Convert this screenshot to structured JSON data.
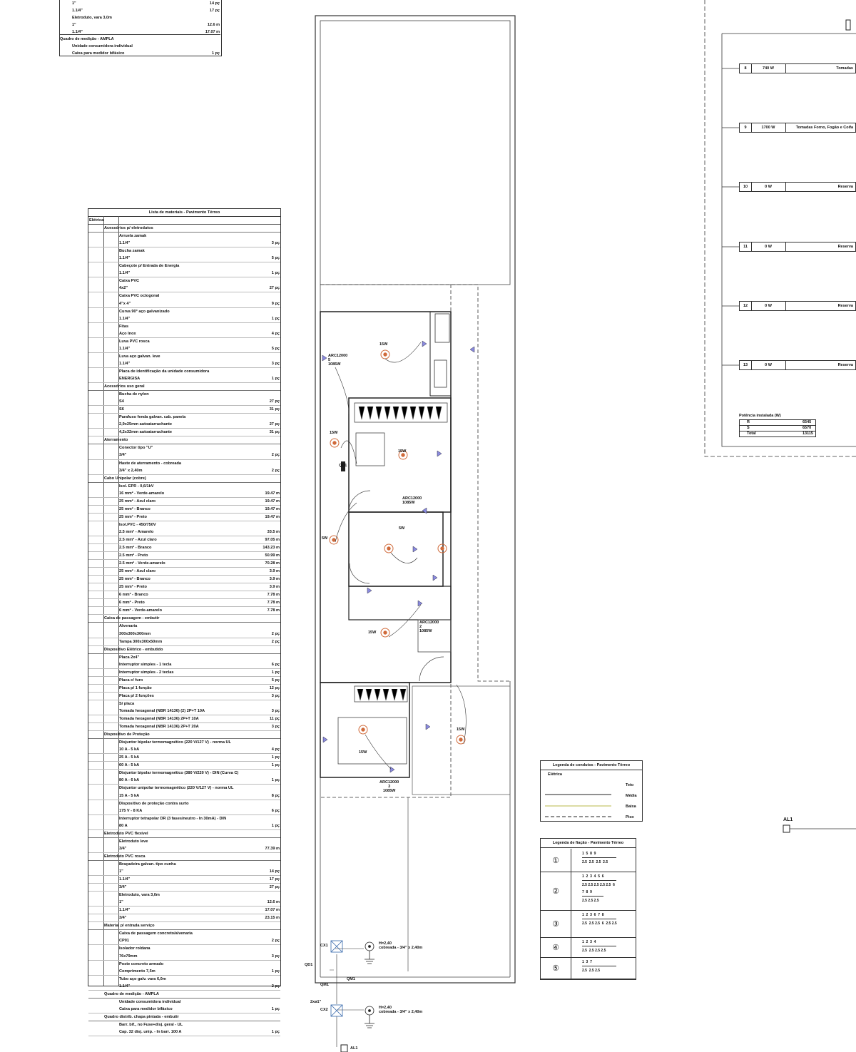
{
  "top_table": [
    {
      "label": "1\"",
      "qty": "14 pç",
      "ind": 1
    },
    {
      "label": "1.1/4\"",
      "qty": "17 pç",
      "ind": 1
    },
    {
      "label": "Eletroduto, vara 3,0m",
      "qty": "",
      "ind": 1
    },
    {
      "label": "1\"",
      "qty": "12.6 m",
      "ind": 1
    },
    {
      "label": "1.1/4\"",
      "qty": "17.07 m",
      "ind": 1
    },
    {
      "label": "Quadro de medição - AMPLA",
      "qty": "",
      "ind": 0
    },
    {
      "label": "Unidade consumidora individual",
      "qty": "",
      "ind": 1
    },
    {
      "label": "Caixa para medidor bifásico",
      "qty": "1 pç",
      "ind": 1
    }
  ],
  "material_list": {
    "title": "Lista de materiais - Pavimento Térreo",
    "rows": [
      {
        "t": "cat",
        "label": "Elétrica",
        "qty": ""
      },
      {
        "t": "sub",
        "label": "Acessórios p/ eletrodutos",
        "qty": ""
      },
      {
        "t": "it",
        "label": "Arruela zamak",
        "qty": ""
      },
      {
        "t": "it",
        "label": "1.1/4\"",
        "qty": "3 pç"
      },
      {
        "t": "it",
        "label": "Bucha zamak",
        "qty": ""
      },
      {
        "t": "it",
        "label": "1.1/4\"",
        "qty": "5 pç"
      },
      {
        "t": "it",
        "label": "Cabeçote p/ Entrada de Energia",
        "qty": ""
      },
      {
        "t": "it",
        "label": "1.1/4\"",
        "qty": "1 pç"
      },
      {
        "t": "it",
        "label": "Caixa PVC",
        "qty": ""
      },
      {
        "t": "it",
        "label": "4x2\"",
        "qty": "27 pç"
      },
      {
        "t": "it",
        "label": "Caixa PVC octogonal",
        "qty": ""
      },
      {
        "t": "it",
        "label": "4\"x 4\"",
        "qty": "9 pç"
      },
      {
        "t": "it",
        "label": "Curva 90° aço galvanizado",
        "qty": ""
      },
      {
        "t": "it",
        "label": "1.1/4\"",
        "qty": "1 pç"
      },
      {
        "t": "it",
        "label": "Fitas",
        "qty": ""
      },
      {
        "t": "it",
        "label": "Aço Inox",
        "qty": "4 pç"
      },
      {
        "t": "it",
        "label": "Luva PVC rosca",
        "qty": ""
      },
      {
        "t": "it",
        "label": "1.1/4\"",
        "qty": "5 pç"
      },
      {
        "t": "it",
        "label": "Luva aço galvan. leve",
        "qty": ""
      },
      {
        "t": "it",
        "label": "1.1/4\"",
        "qty": "3 pç"
      },
      {
        "t": "it",
        "label": "Placa de identificação da unidade consumidora",
        "qty": ""
      },
      {
        "t": "it",
        "label": "ENERGISA",
        "qty": "1 pç"
      },
      {
        "t": "sub",
        "label": "Acessórios uso geral",
        "qty": ""
      },
      {
        "t": "it",
        "label": "Bucha de nylon",
        "qty": ""
      },
      {
        "t": "it",
        "label": "S4",
        "qty": "27 pç"
      },
      {
        "t": "it",
        "label": "S6",
        "qty": "31 pç"
      },
      {
        "t": "it",
        "label": "Parafuso fenda galvan. cab. panela",
        "qty": ""
      },
      {
        "t": "it",
        "label": "2,9x25mm autoatarrachante",
        "qty": "27 pç"
      },
      {
        "t": "it",
        "label": "4,2x32mm autoatarrachante",
        "qty": "31 pç"
      },
      {
        "t": "sub",
        "label": "Aterramento",
        "qty": ""
      },
      {
        "t": "it",
        "label": "Conector tipo \"U\"",
        "qty": ""
      },
      {
        "t": "it",
        "label": "3/4\"",
        "qty": "2 pç"
      },
      {
        "t": "it",
        "label": "Haste de aterramento - cobreada",
        "qty": ""
      },
      {
        "t": "it",
        "label": "3/4\" x 2,40m",
        "qty": "2 pç"
      },
      {
        "t": "sub",
        "label": "Cabo Unipolar (cobre)",
        "qty": ""
      },
      {
        "t": "it",
        "label": "Isol. EPR - 0,6/1kV",
        "qty": ""
      },
      {
        "t": "it",
        "label": "16 mm² - Verde-amarelo",
        "qty": "19.47 m"
      },
      {
        "t": "it",
        "label": "25 mm² - Azul claro",
        "qty": "19.47 m"
      },
      {
        "t": "it",
        "label": "25 mm² - Branco",
        "qty": "19.47 m"
      },
      {
        "t": "it",
        "label": "25 mm² - Preto",
        "qty": "19.47 m"
      },
      {
        "t": "it",
        "label": "Isol.PVC - 450/750V",
        "qty": ""
      },
      {
        "t": "it",
        "label": "2.5 mm² - Amarelo",
        "qty": "33.5 m"
      },
      {
        "t": "it",
        "label": "2.5 mm² - Azul claro",
        "qty": "97.05 m"
      },
      {
        "t": "it",
        "label": "2.5 mm² - Branco",
        "qty": "143.23 m"
      },
      {
        "t": "it",
        "label": "2.5 mm² - Preto",
        "qty": "50.99 m"
      },
      {
        "t": "it",
        "label": "2.5 mm² - Verde-amarelo",
        "qty": "70.28 m"
      },
      {
        "t": "it",
        "label": "25 mm² - Azul claro",
        "qty": "3.9 m"
      },
      {
        "t": "it",
        "label": "25 mm² - Branco",
        "qty": "3.9 m"
      },
      {
        "t": "it",
        "label": "25 mm² - Preto",
        "qty": "3.9 m"
      },
      {
        "t": "it",
        "label": "6 mm² - Branco",
        "qty": "7.78 m"
      },
      {
        "t": "it",
        "label": "6 mm² - Preto",
        "qty": "7.78 m"
      },
      {
        "t": "it",
        "label": "6 mm² - Verde-amarelo",
        "qty": "7.78 m"
      },
      {
        "t": "sub",
        "label": "Caixa de passagem - embutir",
        "qty": ""
      },
      {
        "t": "it",
        "label": "Alvenaria",
        "qty": ""
      },
      {
        "t": "it",
        "label": "300x300x300mm",
        "qty": "2 pç"
      },
      {
        "t": "it",
        "label": "Tampa 300x300x50mm",
        "qty": "2 pç"
      },
      {
        "t": "sub",
        "label": "Dispositivo Elétrico - embutido",
        "qty": ""
      },
      {
        "t": "it",
        "label": "Placa 2x4\"",
        "qty": ""
      },
      {
        "t": "it",
        "label": "Interruptor simples - 1 tecla",
        "qty": "6 pç"
      },
      {
        "t": "it",
        "label": "Interruptor simples - 2 teclas",
        "qty": "1 pç"
      },
      {
        "t": "it",
        "label": "Placa c/ furo",
        "qty": "5 pç"
      },
      {
        "t": "it",
        "label": "Placa p/ 1 função",
        "qty": "12 pç"
      },
      {
        "t": "it",
        "label": "Placa p/ 2 funções",
        "qty": "3 pç"
      },
      {
        "t": "it",
        "label": "S/ placa",
        "qty": ""
      },
      {
        "t": "it",
        "label": "Tomada hexagonal (NBR 14136) (2) 2P+T 10A",
        "qty": "3 pç"
      },
      {
        "t": "it",
        "label": "Tomada hexagonal (NBR 14136) 2P+T 10A",
        "qty": "11 pç"
      },
      {
        "t": "it",
        "label": "Tomada hexagonal (NBR 14136) 2P+T 20A",
        "qty": "3 pç"
      },
      {
        "t": "sub",
        "label": "Dispositivo de Proteção",
        "qty": ""
      },
      {
        "t": "it",
        "label": "Disjuntor bipolar termomagnético (220 V/127 V) - norma UL",
        "qty": ""
      },
      {
        "t": "it",
        "label": "10 A - 5 kA",
        "qty": "4 pç"
      },
      {
        "t": "it",
        "label": "25 A - 5 kA",
        "qty": "1 pç"
      },
      {
        "t": "it",
        "label": "60 A - 5 kA",
        "qty": "1 pç"
      },
      {
        "t": "it",
        "label": "Disjuntor bipolar termomagnético (380 V/220 V) - DIN (Curva C)",
        "qty": ""
      },
      {
        "t": "it",
        "label": "80 A - 6 kA",
        "qty": "1 pç"
      },
      {
        "t": "it",
        "label": "Disjuntor unipolar termomagnético (220 V/127 V) - norma UL",
        "qty": ""
      },
      {
        "t": "it",
        "label": "15 A - 5 kA",
        "qty": "8 pç"
      },
      {
        "t": "it",
        "label": "Dispositivo de proteção contra surto",
        "qty": ""
      },
      {
        "t": "it",
        "label": "175 V - 8 KA",
        "qty": "6 pç"
      },
      {
        "t": "it",
        "label": "Interruptor tetrapolar DR (3 fases/neutro - In 30mA) - DIN",
        "qty": ""
      },
      {
        "t": "it",
        "label": "80 A",
        "qty": "1 pç"
      },
      {
        "t": "sub",
        "label": "Eletroduto PVC flexível",
        "qty": ""
      },
      {
        "t": "it",
        "label": "Eletroduto leve",
        "qty": ""
      },
      {
        "t": "it",
        "label": "3/4\"",
        "qty": "77.39 m"
      },
      {
        "t": "sub",
        "label": "Eletroduto PVC rosca",
        "qty": ""
      },
      {
        "t": "it",
        "label": "Braçadeira galvan. tipo cunha",
        "qty": ""
      },
      {
        "t": "it",
        "label": "1\"",
        "qty": "14 pç"
      },
      {
        "t": "it",
        "label": "1.1/4\"",
        "qty": "17 pç"
      },
      {
        "t": "it",
        "label": "3/4\"",
        "qty": "27 pç"
      },
      {
        "t": "it",
        "label": "Eletroduto, vara 3,0m",
        "qty": ""
      },
      {
        "t": "it",
        "label": "1\"",
        "qty": "12.6 m"
      },
      {
        "t": "it",
        "label": "1.1/4\"",
        "qty": "17.07 m"
      },
      {
        "t": "it",
        "label": "3/4\"",
        "qty": "23.15 m"
      },
      {
        "t": "sub",
        "label": "Material p/ entrada serviço",
        "qty": ""
      },
      {
        "t": "it",
        "label": "Caixa de passagem concreto/alvenaria",
        "qty": ""
      },
      {
        "t": "it",
        "label": "CP01",
        "qty": "2 pç"
      },
      {
        "t": "it",
        "label": "Isolador roldana",
        "qty": ""
      },
      {
        "t": "it",
        "label": "76x79mm",
        "qty": "3 pç"
      },
      {
        "t": "it",
        "label": "Poste concreto armado",
        "qty": ""
      },
      {
        "t": "it",
        "label": "Comprimento 7,5m",
        "qty": "1 pç"
      },
      {
        "t": "it",
        "label": "Tubo aço galv. vara 6,0m",
        "qty": ""
      },
      {
        "t": "it",
        "label": "1.1/4\"",
        "qty": "2 pç"
      },
      {
        "t": "sub",
        "label": "Quadro de medição - AMPLA",
        "qty": ""
      },
      {
        "t": "it",
        "label": "Unidade consumidora individual",
        "qty": ""
      },
      {
        "t": "it",
        "label": "Caixa para medidor bifásico",
        "qty": "1 pç"
      },
      {
        "t": "sub",
        "label": "Quadro distrib. chapa pintada - embutir",
        "qty": ""
      },
      {
        "t": "it",
        "label": "Barr. bif., no Fuse+disj. geral - UL",
        "qty": ""
      },
      {
        "t": "it",
        "label": "Cap. 32 disj. unip. - In barr. 100 A",
        "qty": "1 pç"
      }
    ]
  },
  "circuits": [
    {
      "n": "8",
      "w": "740 W",
      "d": "Tomadas"
    },
    {
      "n": "9",
      "w": "1700 W",
      "d": "Tomadas Forno, Fogão e Coifa"
    },
    {
      "n": "10",
      "w": "0 W",
      "d": "Reserva"
    },
    {
      "n": "11",
      "w": "0 W",
      "d": "Reserva"
    },
    {
      "n": "12",
      "w": "0 W",
      "d": "Reserva"
    },
    {
      "n": "13",
      "w": "0 W",
      "d": "Reserva"
    }
  ],
  "potencia": {
    "title": "Potência instalada (W)",
    "rows": [
      {
        "k": "R",
        "v": "6545"
      },
      {
        "k": "S",
        "v": "6570"
      },
      {
        "k": "Total",
        "v": "13115"
      }
    ]
  },
  "legend_conduits": {
    "title": "Legenda de condutos - Pavimento Térreo",
    "group": "Elétrica",
    "items": [
      "Teto",
      "Média",
      "Baixa",
      "Piso"
    ]
  },
  "legend_wiring": {
    "title": "Legenda de fiação - Pavimento Térreo",
    "items": [
      {
        "id": "①",
        "nums": "1  5  8  9",
        "sec": "2.5  2.5  2.5  2.5"
      },
      {
        "id": "②",
        "nums": "1  2  3  4  5  6",
        "sec": "2.5 2.5 2.5 2.5 2.5  6",
        "nums2": "7  8  9",
        "sec2": "2.5 2.5 2.5"
      },
      {
        "id": "③",
        "nums": "1  2  3  6  7  8",
        "sec": "2.5  2.5 2.5  6  2.5 2.5"
      },
      {
        "id": "④",
        "nums": "1  2  3  4",
        "sec": "2.5  2.5 2.5 2.5"
      },
      {
        "id": "⑤",
        "nums": "1  3  7",
        "sec": "2.5  2.5 2.5"
      }
    ]
  },
  "plan_labels": {
    "arc1_a": "ARC12000",
    "arc1_b": "5",
    "arc1_c": "1085W",
    "arc2_a": "ARC12000",
    "arc2_b": "1085W",
    "arc3_a": "ARC12000",
    "arc3_b": "2",
    "arc3_c": "1085W",
    "arc4_a": "ARC12000",
    "arc4_b": "3",
    "arc4_c": "1085W",
    "l_a": "15W",
    "l_b": "15W",
    "l_c": "15W",
    "l_g": "15W",
    "l_f": "15W",
    "l_h": "15W",
    "l_e": "5W",
    "l_k": "5W",
    "qd1": "QD1",
    "cx1": "CX1",
    "cx2": "CX2",
    "qm1": "QM1",
    "qm1b": "QM1",
    "qd1b": "QD1",
    "ground1": "H=2,40",
    "ground1b": "cobreada - 3/4\" x 2,40m",
    "ground2": "H=2,40",
    "ground2b": "cobreada - 3/4\" x 2,40m",
    "al1": "AL1",
    "al1b": "AL1",
    "pipe": "2xø1\""
  }
}
